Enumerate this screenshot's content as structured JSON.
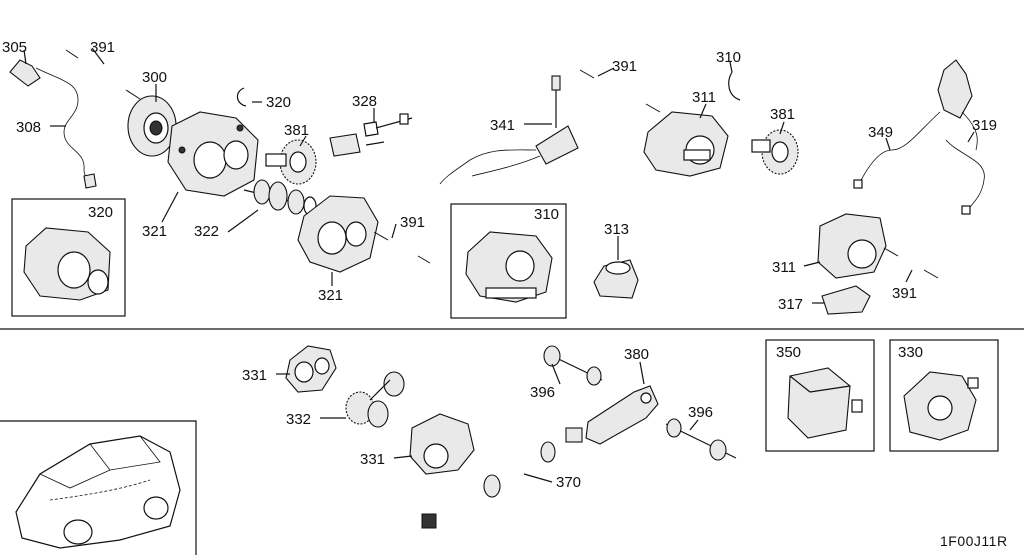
{
  "diagram_code": "1F00J11R",
  "labels": {
    "l305": "305",
    "l391a": "391",
    "l300": "300",
    "l308": "308",
    "l320a": "320",
    "l381a": "381",
    "l328": "328",
    "l321a": "321",
    "l322": "322",
    "l320b": "320",
    "l391b": "391",
    "l321b": "321",
    "l341": "341",
    "l391c": "391",
    "l311a": "311",
    "l310a": "310",
    "l381b": "381",
    "l310b": "310",
    "l313": "313",
    "l349": "349",
    "l319": "319",
    "l311b": "311",
    "l391d": "391",
    "l317": "317",
    "l331a": "331",
    "l332": "332",
    "l331b": "331",
    "l396a": "396",
    "l380": "380",
    "l396b": "396",
    "l370": "370",
    "l350": "350",
    "l330": "330"
  }
}
